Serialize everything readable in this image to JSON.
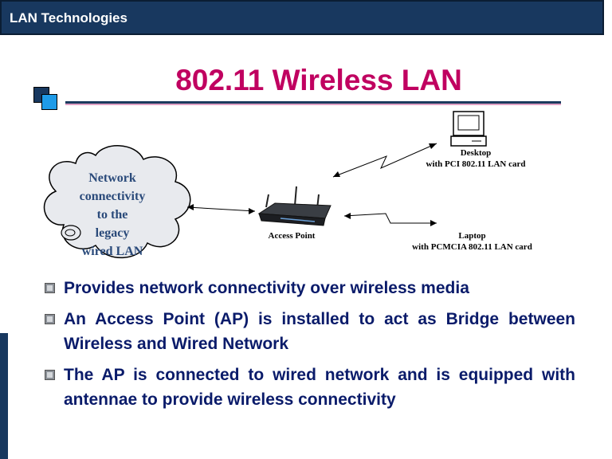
{
  "header": {
    "title": "LAN Technologies"
  },
  "slide": {
    "title": "802.11 Wireless LAN"
  },
  "diagram": {
    "cloud_lines": [
      "Network",
      "connectivity",
      "to the",
      "legacy",
      "wired LAN"
    ],
    "access_point_label": "Access Point",
    "desktop_label": [
      "Desktop",
      "with PCI 802.11 LAN card"
    ],
    "laptop_label": [
      "Laptop",
      "with PCMCIA 802.11 LAN card"
    ]
  },
  "bullets": [
    "Provides network connectivity over wireless media",
    "An Access Point (AP) is installed to act as Bridge between Wireless and Wired Network",
    "The AP is connected to wired network and is equipped with antennae to provide wireless connectivity"
  ],
  "colors": {
    "header_bg": "#18385f",
    "title": "#c00060",
    "bullet_text": "#0a1b6a",
    "cloud_fill": "#e8eaee",
    "cloud_text": "#2a4a7a"
  }
}
